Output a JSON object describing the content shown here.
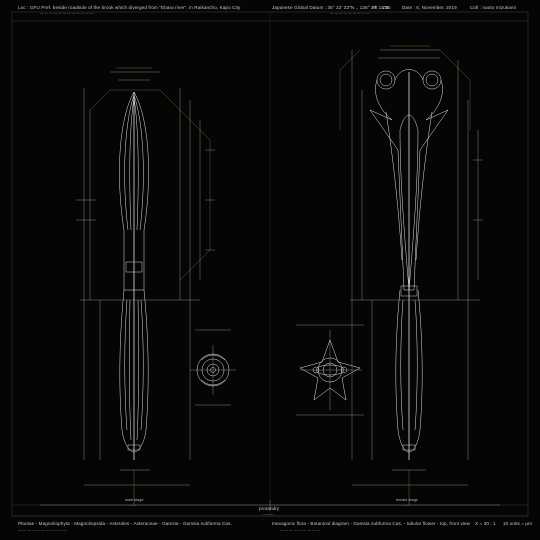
{
  "header": {
    "location": "Loc : GFU Pref. beside roadside of the brook which diverged from \"Ebara river\", in Raikancho, Kapo City",
    "location_sub": "— — — — — — — — — — — —",
    "datum": "Japanese Global Datum : 35° 22' 33\"N ., 136° 37' 14\"E.",
    "altitude": "Alt : 11m",
    "date": "Date : 6, November, 2019",
    "collector": "Coll : naoto mizukami",
    "datum_sub": "— — — — — — — — —"
  },
  "labels": {
    "male_stage": "male stage",
    "male_stage_sub": "——",
    "female_stage": "female stage",
    "female_stage_sub": "——",
    "protandry": "protandry",
    "protandry_sub": "———"
  },
  "footer": {
    "taxonomy": "Plantae - Magnoliophyta - Magnoliopsida - Asterales - Asteraceae - Gamsia - Gamsia subfurma Cas.",
    "taxonomy_sub": "— — — — — — — — — — —",
    "description": "Inexagonic flora - Botanical diagram - Gamsia subfurma Cas. - tubular flower - top, front view",
    "scale": "X = 30 : 1",
    "units": "10 units = μm",
    "description_sub": "— — — — — — — — —"
  },
  "colors": {
    "background": "#050505",
    "frame": "#3a3a3a",
    "drawing": "#e6e6e6",
    "dimension": "#b9b9b9",
    "accent_green": "#7fa23a",
    "accent_olive": "#8a8a3c"
  }
}
